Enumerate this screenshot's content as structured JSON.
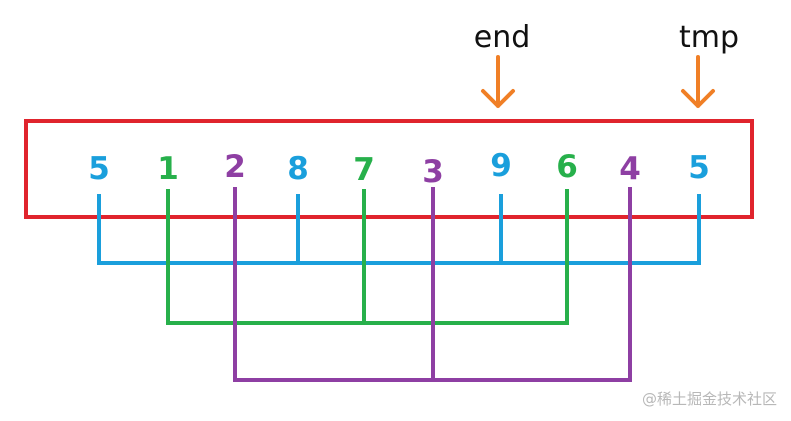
{
  "array": {
    "border_color": "#e0242d",
    "items": [
      {
        "value": "5",
        "group": "blue"
      },
      {
        "value": "1",
        "group": "green"
      },
      {
        "value": "2",
        "group": "purple"
      },
      {
        "value": "8",
        "group": "blue"
      },
      {
        "value": "7",
        "group": "green"
      },
      {
        "value": "3",
        "group": "purple"
      },
      {
        "value": "9",
        "group": "blue"
      },
      {
        "value": "6",
        "group": "green"
      },
      {
        "value": "4",
        "group": "purple"
      },
      {
        "value": "5",
        "group": "blue"
      }
    ]
  },
  "groups": {
    "blue": {
      "color": "#1a9fdc"
    },
    "green": {
      "color": "#27b04b"
    },
    "purple": {
      "color": "#8e3fa3"
    }
  },
  "pointers": {
    "color": "#f07f26",
    "end": {
      "label": "end",
      "index": 6
    },
    "tmp": {
      "label": "tmp",
      "index": 9
    }
  },
  "watermark": "@稀土掘金技术社区"
}
